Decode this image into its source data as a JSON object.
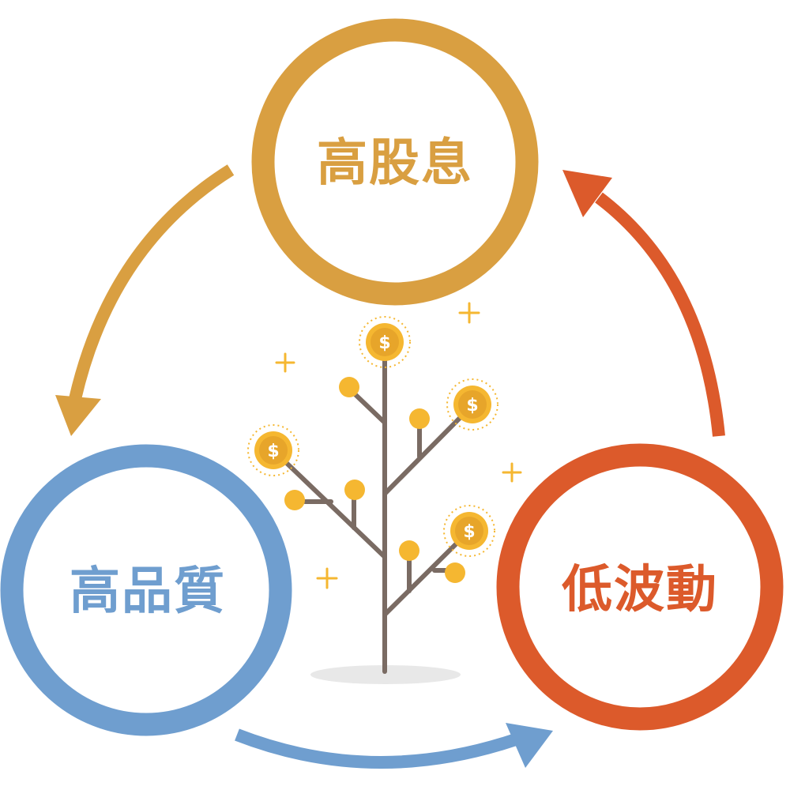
{
  "colors": {
    "dividend": "#d99f41",
    "quality": "#6f9ecf",
    "volatility": "#dc5a2b",
    "tree_trunk": "#7a6b63",
    "coin": "#f5b731",
    "coin_inner": "#e7a52a",
    "coin_symbol": "#ffffff",
    "sparkle": "#f5b731",
    "shadow": "#e8e8e8"
  },
  "nodes": {
    "dividend": {
      "label": "高股息"
    },
    "quality": {
      "label": "高品質"
    },
    "volatility": {
      "label": "低波動"
    }
  },
  "cycle": [
    {
      "from": "dividend",
      "to": "quality",
      "color_key": "dividend"
    },
    {
      "from": "quality",
      "to": "volatility",
      "color_key": "quality"
    },
    {
      "from": "volatility",
      "to": "dividend",
      "color_key": "volatility"
    }
  ],
  "illustration": {
    "icon": "money-tree-icon",
    "coin_symbol": "$"
  }
}
